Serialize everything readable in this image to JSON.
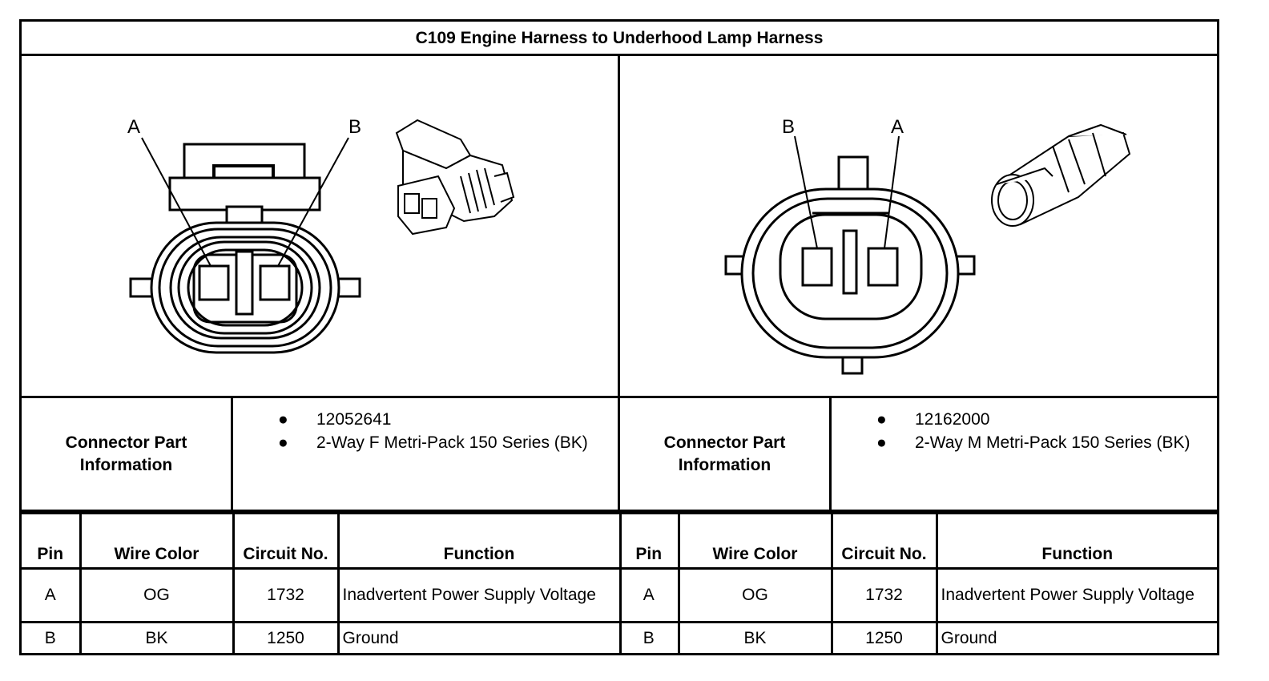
{
  "title": "C109 Engine Harness to Underhood Lamp Harness",
  "connectors": [
    {
      "callouts": [
        "A",
        "B"
      ],
      "info_label": "Connector Part Information",
      "part_info": [
        "12052641",
        "2-Way F Metri-Pack 150 Series (BK)"
      ],
      "headers": {
        "pin": "Pin",
        "wire_color": "Wire Color",
        "circuit": "Circuit No.",
        "function": "Function"
      },
      "rows": [
        {
          "pin": "A",
          "wire_color": "OG",
          "circuit": "1732",
          "function": "Inadvertent Power Supply Voltage"
        },
        {
          "pin": "B",
          "wire_color": "BK",
          "circuit": "1250",
          "function": "Ground"
        }
      ]
    },
    {
      "callouts": [
        "B",
        "A"
      ],
      "info_label": "Connector Part Information",
      "part_info": [
        "12162000",
        "2-Way M Metri-Pack 150 Series (BK)"
      ],
      "headers": {
        "pin": "Pin",
        "wire_color": "Wire Color",
        "circuit": "Circuit No.",
        "function": "Function"
      },
      "rows": [
        {
          "pin": "A",
          "wire_color": "OG",
          "circuit": "1732",
          "function": "Inadvertent Power Supply Voltage"
        },
        {
          "pin": "B",
          "wire_color": "BK",
          "circuit": "1250",
          "function": "Ground"
        }
      ]
    }
  ]
}
